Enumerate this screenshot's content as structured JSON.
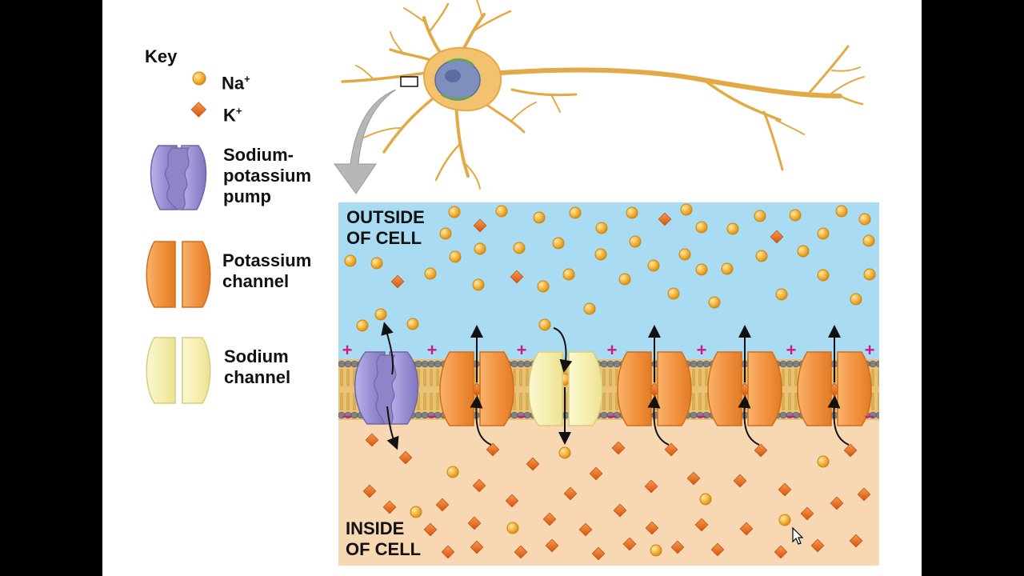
{
  "key": {
    "title": "Key",
    "items": [
      {
        "label": "Na",
        "sup": "+",
        "icon": "sodium-ion-icon"
      },
      {
        "label": "K",
        "sup": "+",
        "icon": "potassium-ion-icon"
      },
      {
        "label": "Sodium-\npotassium\npump",
        "icon": "sodium-potassium-pump-icon"
      },
      {
        "label": "Potassium\nchannel",
        "icon": "potassium-channel-icon"
      },
      {
        "label": "Sodium\nchannel",
        "icon": "sodium-channel-icon"
      }
    ]
  },
  "regions": {
    "outside": "OUTSIDE\nOF CELL",
    "inside": "INSIDE\nOF CELL"
  },
  "membrane": {
    "outer_charge": "+",
    "inner_charge": "–"
  },
  "colors": {
    "outside": "#a9dcf2",
    "inside": "#f8d7b3",
    "sodium": "#f4b43a",
    "potassium": "#ea6f1f",
    "pump": "#9f97d8",
    "potassium_channel": "#f29b4a",
    "sodium_channel": "#f7f1b4",
    "neuron": "#f2c26f",
    "charge": "#d01a8c"
  }
}
